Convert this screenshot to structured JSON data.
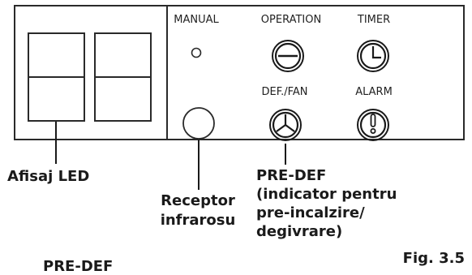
{
  "panel": {
    "buttons": {
      "manual": "MANUAL",
      "operation": "OPERATION",
      "timer": "TIMER",
      "def_fan": "DEF./FAN",
      "alarm": "ALARM"
    }
  },
  "callouts": {
    "led": "Afisaj LED",
    "receptor_line1": "Receptor",
    "receptor_line2": "infrarosu",
    "predef_line1": "PRE-DEF",
    "predef_line2": "(indicator pentru",
    "predef_line3": "pre-incalzire/",
    "predef_line4": "degivrare)"
  },
  "figure_label": "Fig. 3.5",
  "bottom_caption": "PRE-DEF"
}
